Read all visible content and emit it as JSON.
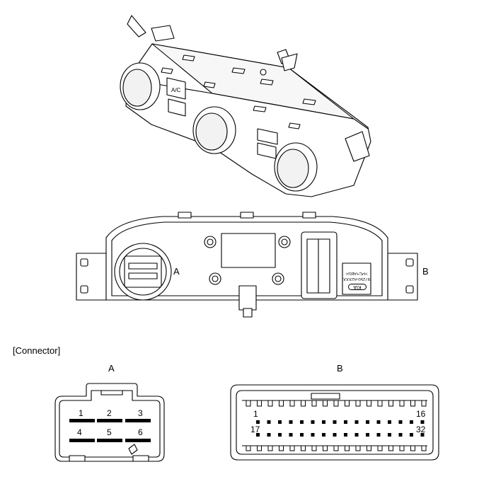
{
  "labels": {
    "top_view_a": "A",
    "top_view_b": "B",
    "section_title": "[Connector]",
    "connector_a_title": "A",
    "connector_b_title": "B"
  },
  "panel_text": {
    "part_number": "97250-A2XXX",
    "spec": ">PC+ABS<",
    "logo": "KIA",
    "knob_ac": "A/C"
  },
  "connector_a": {
    "pins": [
      "1",
      "2",
      "3",
      "4",
      "5",
      "6"
    ]
  },
  "connector_b": {
    "first_top": "1",
    "last_top": "16",
    "first_bottom": "17",
    "last_bottom": "32",
    "pins_per_row": 16
  }
}
